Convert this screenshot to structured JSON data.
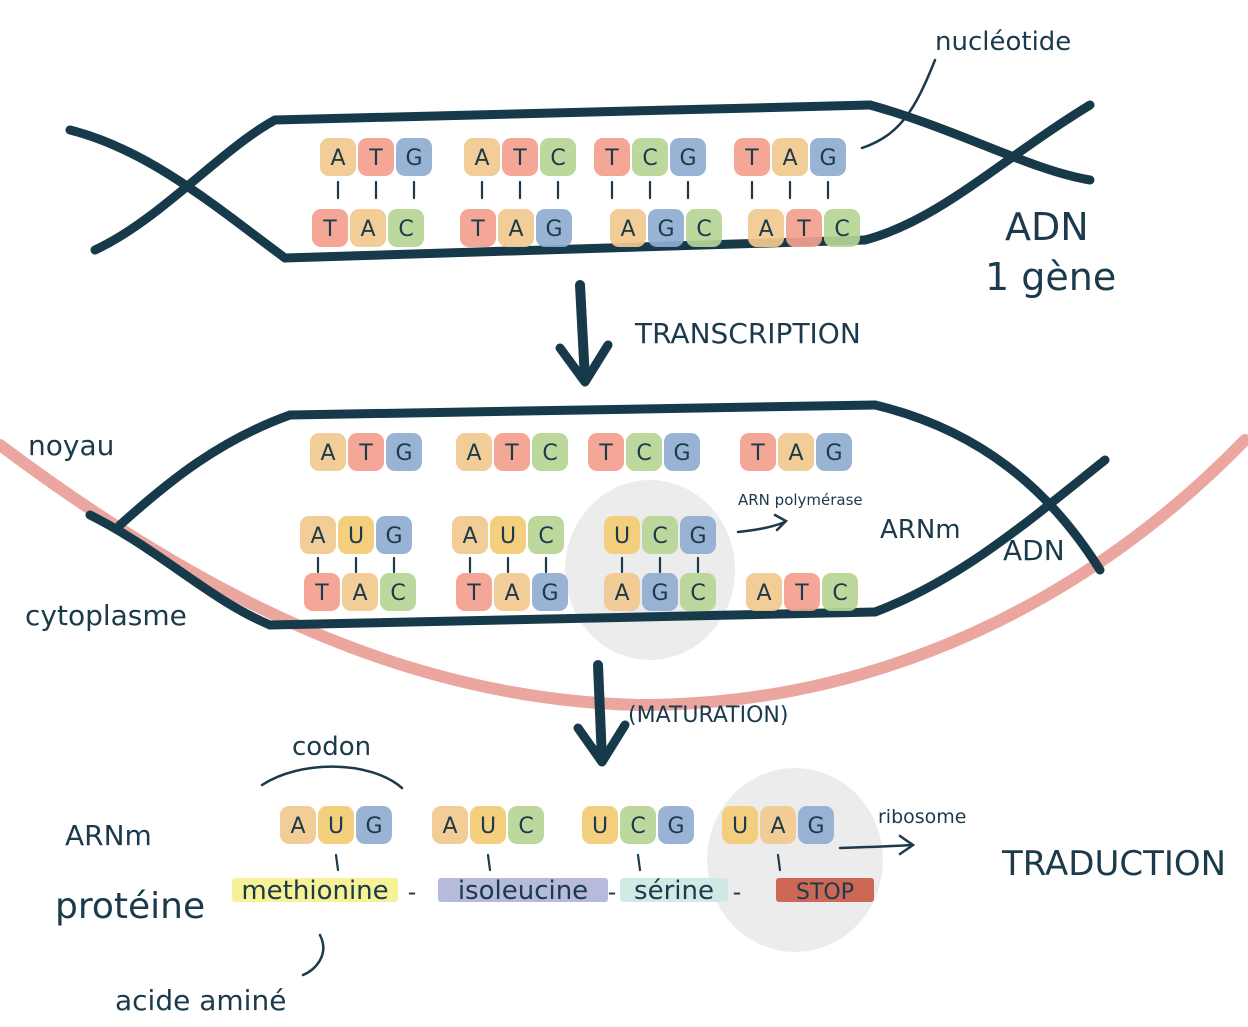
{
  "colors": {
    "strand": "#173a4a",
    "membrane": "#eba6a0",
    "A": "#f2c98f",
    "T": "#f3a08e",
    "G": "#8fadcf",
    "C": "#b6d595",
    "U": "#f3cb73",
    "ink": "#1b3a4b",
    "polymerase_zone": "#ececec",
    "ribosome_zone": "#ececec",
    "aa_methionine": "#f6f18a",
    "aa_isoleucine": "#aeb2d7",
    "aa_serine": "#cde8e3",
    "aa_stop": "#c95a45"
  },
  "labels": {
    "nucleotide": "nucléotide",
    "adn": "ADN",
    "gene": "1 gène",
    "transcription": "TRANSCRIPTION",
    "noyau": "noyau",
    "cytoplasme": "cytoplasme",
    "arn_polymerase": "ARN polymérase",
    "arnm_mid": "ARNm",
    "adn_mid": "ADN",
    "maturation": "(MATURATION)",
    "codon": "codon",
    "arnm_bottom": "ARNm",
    "proteine": "protéine",
    "ribosome": "ribosome",
    "traduction": "TRADUCTION",
    "acide_amine": "acide aminé"
  },
  "dna_top": {
    "coding": [
      [
        "A",
        "T",
        "G"
      ],
      [
        "A",
        "T",
        "C"
      ],
      [
        "T",
        "C",
        "G"
      ],
      [
        "T",
        "A",
        "G"
      ]
    ],
    "template": [
      [
        "T",
        "A",
        "C"
      ],
      [
        "T",
        "A",
        "G"
      ],
      [
        "A",
        "G",
        "C"
      ],
      [
        "A",
        "T",
        "C"
      ]
    ]
  },
  "dna_mid": {
    "coding": [
      [
        "A",
        "T",
        "G"
      ],
      [
        "A",
        "T",
        "C"
      ],
      [
        "T",
        "C",
        "G"
      ],
      [
        "T",
        "A",
        "G"
      ]
    ],
    "mrna": [
      [
        "A",
        "U",
        "G"
      ],
      [
        "A",
        "U",
        "C"
      ],
      [
        "U",
        "C",
        "G"
      ]
    ],
    "template": [
      [
        "T",
        "A",
        "C"
      ],
      [
        "T",
        "A",
        "G"
      ],
      [
        "A",
        "G",
        "C"
      ],
      [
        "A",
        "T",
        "C"
      ]
    ]
  },
  "mrna_bottom": [
    [
      "A",
      "U",
      "G"
    ],
    [
      "A",
      "U",
      "C"
    ],
    [
      "U",
      "C",
      "G"
    ],
    [
      "U",
      "A",
      "G"
    ]
  ],
  "amino_acids": [
    "methionine",
    "isoleucine",
    "sérine",
    "STOP"
  ],
  "dash": "-"
}
